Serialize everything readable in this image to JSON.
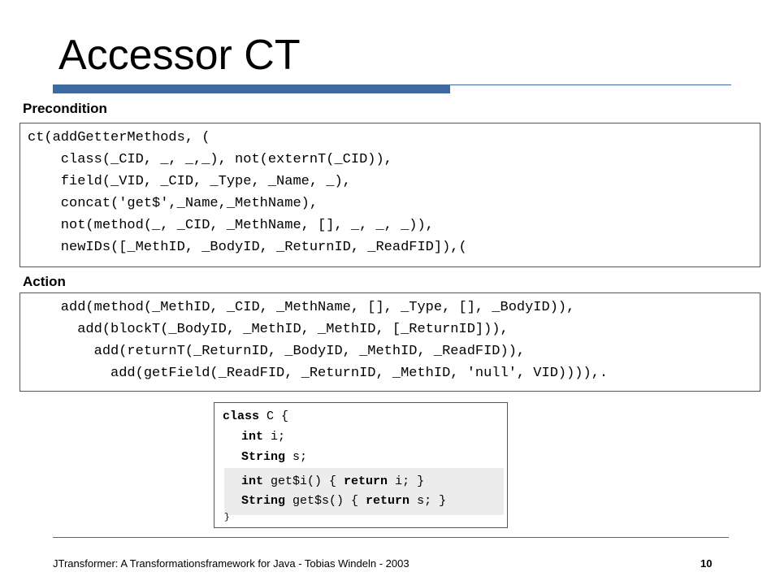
{
  "slide": {
    "title": "Accessor CT",
    "precondition_heading": "Precondition",
    "action_heading": "Action",
    "footer": "JTransformer: A Transformationsframework for Java - Tobias Windeln - 2003",
    "page_number": "10",
    "accent_color": "#3f6aa1"
  },
  "precondition_lines": [
    "ct(addGetterMethods, (",
    "    class(_CID, _, _,_), not(externT(_CID)),",
    "    field(_VID, _CID, _Type, _Name, _),",
    "    concat('get$',_Name,_MethName),",
    "    not(method(_, _CID, _MethName, [], _, _, _)),",
    "    newIDs([_MethID, _BodyID, _ReturnID, _ReadFID]),("
  ],
  "action_lines": [
    "    add(method(_MethID, _CID, _MethName, [], _Type, [], _BodyID)),",
    "      add(blockT(_BodyID, _MethID, _MethID, [_ReturnID])),",
    "        add(returnT(_ReturnID, _BodyID, _MethID, _ReadFID)),",
    "          add(getField(_ReadFID, _ReturnID, _MethID, 'null', VID)))),."
  ],
  "java_example": {
    "line1_kw": "class",
    "line1_rest": " C {",
    "line2_kw": "int",
    "line2_rest": " i;",
    "line3_kw": "String",
    "line3_rest": " s;",
    "line4_kw1": "int",
    "line4_mid": " get$i() { ",
    "line4_kw2": "return",
    "line4_end": " i; }",
    "line5_kw1": "String",
    "line5_mid": " get$s() { ",
    "line5_kw2": "return",
    "line5_end": " s; }",
    "closing": "}"
  }
}
